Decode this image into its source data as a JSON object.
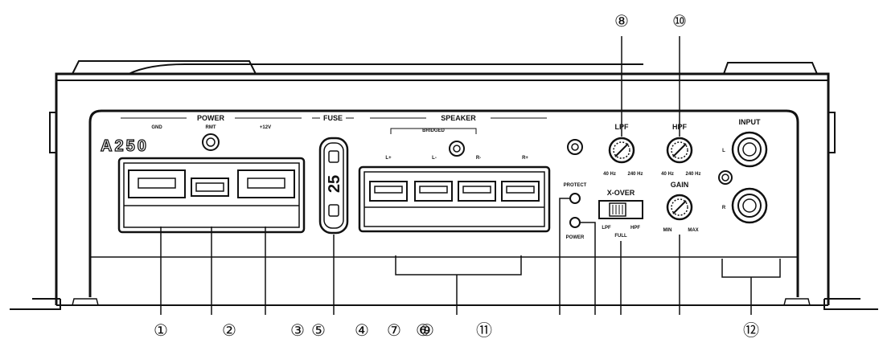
{
  "model": "A250",
  "sections": {
    "power": "POWER",
    "fuse": "FUSE",
    "speaker": "SPEAKER",
    "bridged": "BRIDGED",
    "lpf": "LPF",
    "hpf": "HPF",
    "gain": "GAIN",
    "xover": "X-OVER",
    "input": "INPUT"
  },
  "terminals": {
    "gnd": "GND",
    "rmt": "RMT",
    "plus12v": "+12V"
  },
  "speaker_terminals": [
    "L+",
    "L-",
    "R-",
    "R+"
  ],
  "fuse_rating": "25",
  "leds": {
    "protect": "PROTECT",
    "power": "POWER"
  },
  "lpf_range": {
    "min": "40 Hz",
    "max": "240 Hz"
  },
  "hpf_range": {
    "min": "40 Hz",
    "max": "240 Hz"
  },
  "gain_range": {
    "min": "MIN",
    "max": "MAX"
  },
  "xover_positions": {
    "lpf": "LPF",
    "full": "FULL",
    "hpf": "HPF"
  },
  "input_channels": {
    "left": "L",
    "right": "R"
  },
  "callouts": {
    "c1": "①",
    "c2": "②",
    "c3": "③",
    "c4": "④",
    "c5": "⑤",
    "c6": "⑥",
    "c7": "⑦",
    "c8": "⑧",
    "c9": "⑨",
    "c10": "⑩",
    "c11": "⑪",
    "c12": "⑫"
  }
}
